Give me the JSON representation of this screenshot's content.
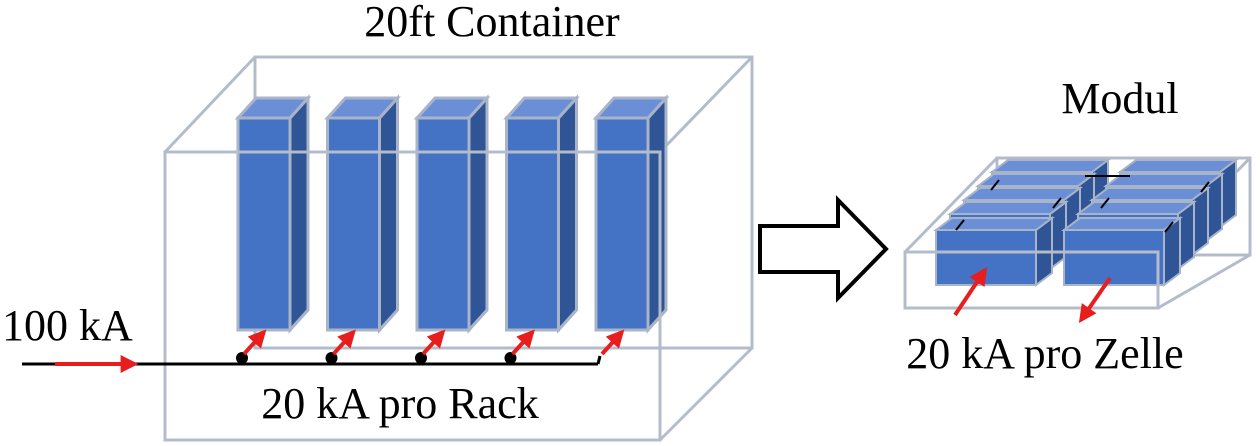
{
  "labels": {
    "container_title": "20ft Container",
    "module_title": "Modul",
    "input_current": "100 kA",
    "rack_current": "20 kA pro Rack",
    "cell_current": "20 kA pro Zelle"
  },
  "colors": {
    "outline": "#b4bccb",
    "rack_front": "#4472c4",
    "rack_top": "#6a8fd6",
    "rack_side": "#2f5597",
    "rack_border": "#a9b4c8",
    "arrow": "#e81e1e",
    "wire": "#000000"
  },
  "racks": [
    {
      "id": "rack-1"
    },
    {
      "id": "rack-2"
    },
    {
      "id": "rack-3"
    },
    {
      "id": "rack-4"
    },
    {
      "id": "rack-5"
    }
  ],
  "icons": [
    "transfer-arrow-icon",
    "current-arrow-icon",
    "junction-dot-icon"
  ]
}
